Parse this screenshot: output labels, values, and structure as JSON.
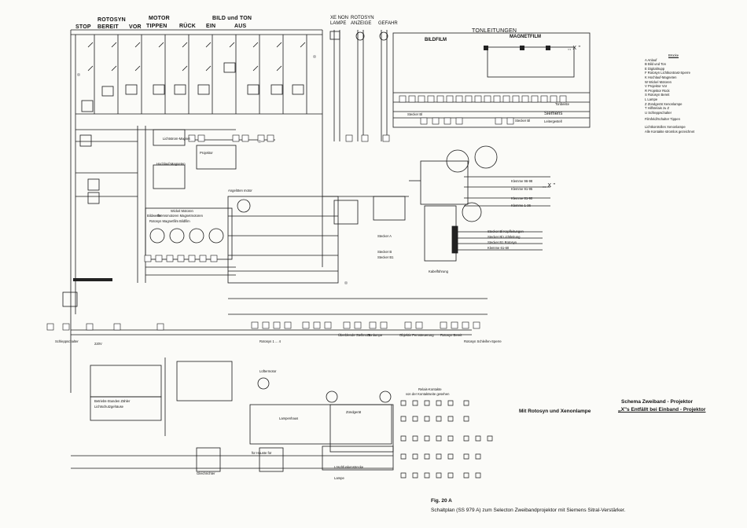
{
  "header": {
    "labels": [
      {
        "id": "stop",
        "text": "STOP"
      },
      {
        "id": "rotosyn-top",
        "text": "ROTOSYN"
      },
      {
        "id": "bereit",
        "text": "BEREIT"
      },
      {
        "id": "vor",
        "text": "VOR"
      },
      {
        "id": "motor",
        "text": "MOTOR"
      },
      {
        "id": "tippen",
        "text": "TIPPEN"
      },
      {
        "id": "rueck",
        "text": "RÜCK"
      },
      {
        "id": "bild-und-ton",
        "text": "BILD und TON"
      },
      {
        "id": "ein",
        "text": "EIN"
      },
      {
        "id": "aus",
        "text": "AUS"
      },
      {
        "id": "xenon",
        "text": "XE NON"
      },
      {
        "id": "lampe",
        "text": "LAMPE"
      },
      {
        "id": "rotosyn-anz",
        "text": "ROTOSYN"
      },
      {
        "id": "anzeige",
        "text": "ANZEIGE"
      },
      {
        "id": "gefahr",
        "text": "GEFAHR"
      }
    ]
  },
  "sound": {
    "title": "TONLEITUNGEN",
    "bildfilm": "BILDFILM",
    "magnetfilm": "MAGNETFILM",
    "x_mark": ",, X \"",
    "tonleitungen_labels": [
      "Tonbeiste",
      "Siemens",
      "Leitergestell",
      "Stecker Bl",
      "Stecker Bl"
    ]
  },
  "legend": {
    "title": "Brücke",
    "items": [
      "A  Anlauf",
      "B  Bild und Ton",
      "E  Digitaltrupp",
      "F  Rotosyn Lichtkontrast-Sperre",
      "K  Hochlauf-Magneten",
      "W  Wickel Motoren",
      "V  Projektor Vor",
      "R  Projektor Rück",
      "S  Rotosyn Bereit",
      "L  Lampe",
      "Z  Zündgerät Xenonlampe",
      "T  Hilfsrelais zu Z",
      "U  Schleppschalter"
    ],
    "note1": "Filmfeld/Schalter Tippen",
    "note2": "Lichtkontrollen Xenonlampe",
    "note3": "Alle Kontakte stromlos gezeichnet"
  },
  "projector": {
    "klemmen": [
      "Klemme 96-98",
      "Klemme 91-95",
      "Klemme 81-90",
      "Klemme 1-36"
    ],
    "x_mark": ",, X \"",
    "stecker_a": "Stecker A",
    "stecker_b": "Stecker B",
    "stecker_b1": "Stecker B1",
    "kabel": "Kabelführung",
    "rows": [
      "Stecker Bl Kopfleitungen",
      "Stecker Bl Lichtleitung",
      "Stecker B1 Rotosyn",
      "Klemme 61-60"
    ]
  },
  "left": {
    "labels": [
      {
        "id": "lichtstrom",
        "text": "Lichtstrom-Magnet"
      },
      {
        "id": "hochlauf",
        "text": "Hochlauf-Magneten"
      },
      {
        "id": "projektor",
        "text": "Projektor"
      },
      {
        "id": "wickel",
        "text": "Wickel Motoren"
      },
      {
        "id": "bildwerfer",
        "text": "Bildwerfer"
      },
      {
        "id": "motoren-sub",
        "text": "Bremsmotoren  Magnetmotoren"
      },
      {
        "id": "rotosyn-m",
        "text": "Rotosyn  Magnetfilm  Bildfilm"
      },
      {
        "id": "schleppschalter",
        "text": "Schleppschalter"
      },
      {
        "id": "voltage",
        "text": "220V"
      },
      {
        "id": "betriebsstd",
        "text": "Betriebs-Stunden Zähler"
      },
      {
        "id": "lichtschutz",
        "text": "Lichtschutzgehäuse"
      },
      {
        "id": "gleichrichter",
        "text": "Gleichrichter"
      }
    ]
  },
  "middle": {
    "labels": [
      {
        "id": "angeloren",
        "text": "Angelöten motor"
      },
      {
        "id": "rotosyn-mid",
        "text": "Rotosyn 1 ... 4"
      },
      {
        "id": "objektiv",
        "text": "Objektiv Fernsteuerung"
      },
      {
        "id": "stellmotor",
        "text": "Überblende Stellmotor"
      },
      {
        "id": "tonlampe",
        "text": "Tonlampe"
      },
      {
        "id": "rotosyn-bereit",
        "text": "Rotosyn Bereit"
      },
      {
        "id": "rotosyn-schleife",
        "text": "Rotosyn Schleifen-Sperre"
      },
      {
        "id": "lampenhaus",
        "text": "Lampenhaus"
      },
      {
        "id": "zuendgeraet",
        "text": "Zündgerät"
      },
      {
        "id": "lueftermotor",
        "text": "Lüftermotor"
      },
      {
        "id": "loeschfunkenstrecke",
        "text": "Löschfunkenstrecke"
      },
      {
        "id": "fuer-hauste",
        "text": "für Hauste für"
      },
      {
        "id": "lampe-bottom",
        "text": "Lampe"
      }
    ]
  },
  "bottom": {
    "schema_title": "Schema  Zweiband - Projektor",
    "schema_sub": ",,X\"s Entfällt bei Einband - Projektor",
    "rotosyn_xenon": "Mit Rotosyn und Xenonlampe",
    "fig": "Fig. 20 A",
    "caption": "Schaltplan (SS 979 A) zum Selecton Zweibandprojektor mit Siemens Sitral-Verstärker.",
    "kontakt_title": "Relais-Kontakte",
    "kontakt_sub": "von der Kontaktseite gesehen"
  }
}
